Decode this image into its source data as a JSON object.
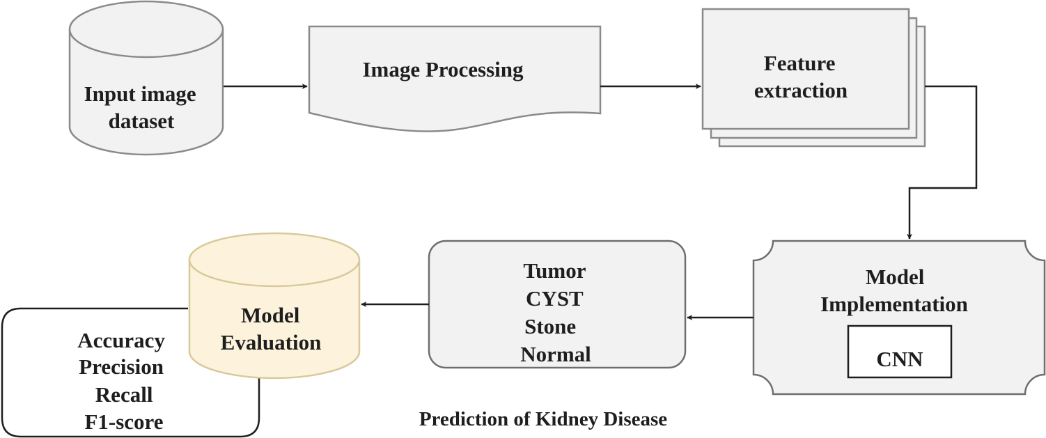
{
  "nodes": {
    "input_dataset": {
      "lines": [
        "Input image",
        "dataset"
      ]
    },
    "image_processing": {
      "lines": [
        "Image Processing"
      ]
    },
    "feature_extraction": {
      "lines": [
        "Feature",
        "extraction"
      ]
    },
    "model_implementation": {
      "lines": [
        "Model",
        "Implementation"
      ]
    },
    "cnn": {
      "lines": [
        "CNN"
      ]
    },
    "classes": {
      "lines": [
        "Tumor",
        "CYST",
        "Stone",
        "Normal"
      ]
    },
    "model_evaluation": {
      "lines": [
        "Model",
        "Evaluation"
      ]
    },
    "metrics": {
      "lines": [
        "Accuracy",
        "Precision",
        "Recall",
        "F1-score"
      ]
    }
  },
  "caption": "Prediction of Kidney Disease",
  "edges": [
    {
      "from": "input_dataset",
      "to": "image_processing"
    },
    {
      "from": "image_processing",
      "to": "feature_extraction"
    },
    {
      "from": "feature_extraction",
      "to": "model_implementation"
    },
    {
      "from": "model_implementation",
      "to": "classes"
    },
    {
      "from": "classes",
      "to": "model_evaluation"
    }
  ],
  "colors": {
    "node_fill": "#f2f2f2",
    "evaluation_fill": "#fdf3dc",
    "text": "#1e1e1e"
  }
}
